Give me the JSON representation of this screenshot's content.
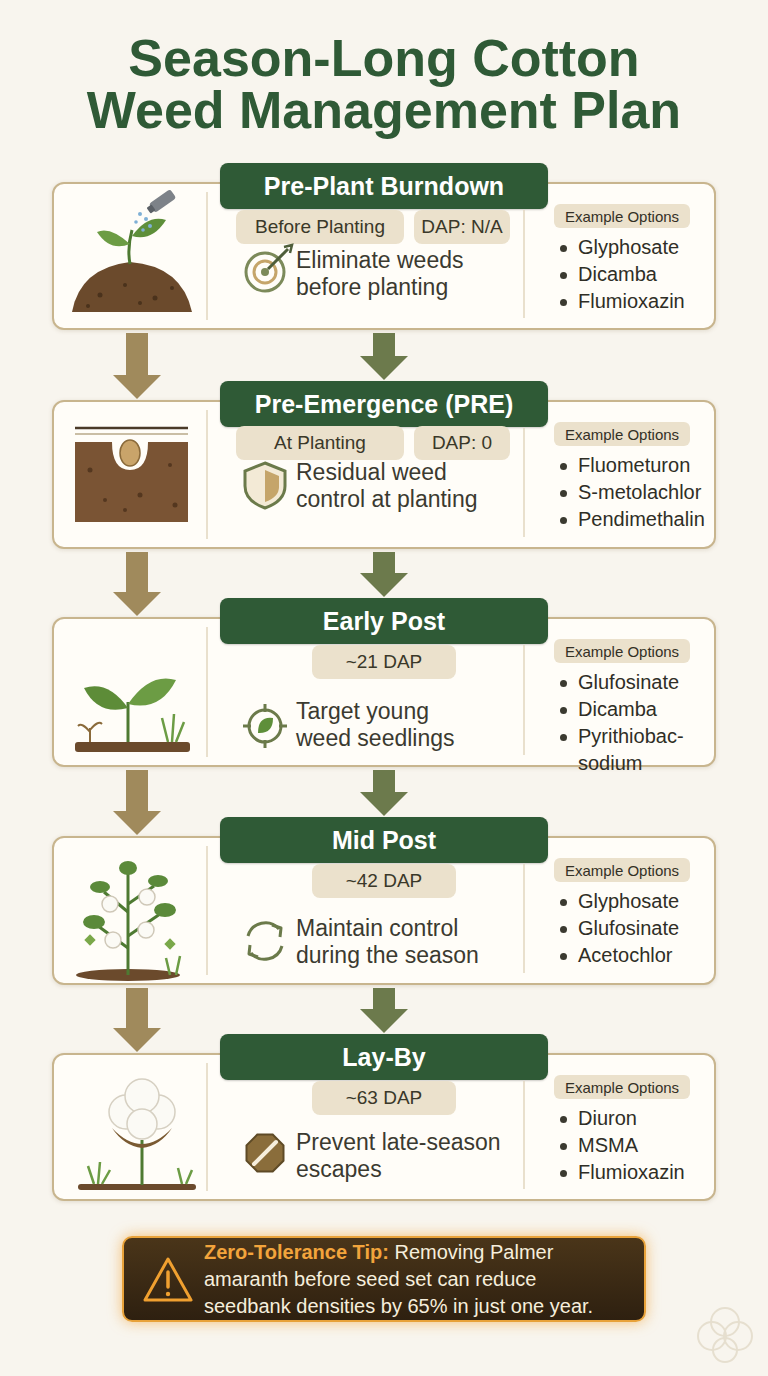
{
  "diagram": {
    "title": "Season-Long Cotton Weed Management Plan",
    "nodes": [
      {
        "text": [
          "Eliminate weeds before planting",
          "Glyphosate",
          "Dicamba",
          "Flumioxazin"
        ]
      },
      {
        "text": [
          "Pre-Plant Burndown"
        ],
        "in": 0
      },
      {
        "text": [
          "Before Planting"
        ],
        "in": 0
      },
      {
        "text": [
          "DAP: N/A"
        ],
        "in": 0
      },
      {
        "text": [
          "Example Options"
        ],
        "in": 0
      },
      {
        "text": [
          "Residual weed control at planting",
          "Fluometuron",
          "S-metolachlor",
          "Pendimethalin"
        ]
      },
      {
        "text": [
          "Pre-Emergence (PRE)"
        ],
        "in": 5
      },
      {
        "text": [
          "At Planting"
        ],
        "in": 5
      },
      {
        "text": [
          "DAP: 0"
        ],
        "in": 5
      },
      {
        "text": [
          "Example Options"
        ],
        "in": 5
      },
      {
        "text": [
          "Target young weed seedlings",
          "Glufosinate",
          "Dicamba",
          "Pyrithiobac-sodium"
        ]
      },
      {
        "text": [
          "Early Post"
        ],
        "in": 10
      },
      {
        "text": [
          "~21 DAP"
        ],
        "in": 10
      },
      {
        "text": [
          "Example Options"
        ],
        "in": 10
      },
      {
        "text": [
          "Maintain control during the season",
          "Glyphosate",
          "Glufosinate",
          "Acetochlor"
        ]
      },
      {
        "text": [
          "Mid Post"
        ],
        "in": 14
      },
      {
        "text": [
          "~42 DAP"
        ],
        "in": 14
      },
      {
        "text": [
          "Example Options"
        ],
        "in": 14
      },
      {
        "text": [
          "Prevent late-season escapes",
          "Diuron",
          "MSMA",
          "Flumioxazin"
        ]
      },
      {
        "text": [
          "Lay-By"
        ],
        "in": 18
      },
      {
        "text": [
          "~63 DAP"
        ],
        "in": 18
      },
      {
        "text": [
          "Example Options"
        ],
        "in": 18
      },
      {
        "text": [
          "Zero-Tolerance Tip:",
          "Removing Palmer amaranth before seed set can reduce seedbank densities by 65% in just one year."
        ]
      }
    ],
    "edges": [
      {
        "from": 0,
        "to": 5,
        "arrow": "to"
      },
      {
        "from": 0,
        "to": 5,
        "arrow": "to"
      },
      {
        "from": 5,
        "to": 10,
        "arrow": "to"
      },
      {
        "from": 5,
        "to": 10,
        "arrow": "to"
      },
      {
        "from": 10,
        "to": 14,
        "arrow": "to"
      },
      {
        "from": 10,
        "to": 14,
        "arrow": "to"
      },
      {
        "from": 14,
        "to": 18,
        "arrow": "to"
      },
      {
        "from": 14,
        "to": 18,
        "arrow": "to"
      }
    ]
  }
}
